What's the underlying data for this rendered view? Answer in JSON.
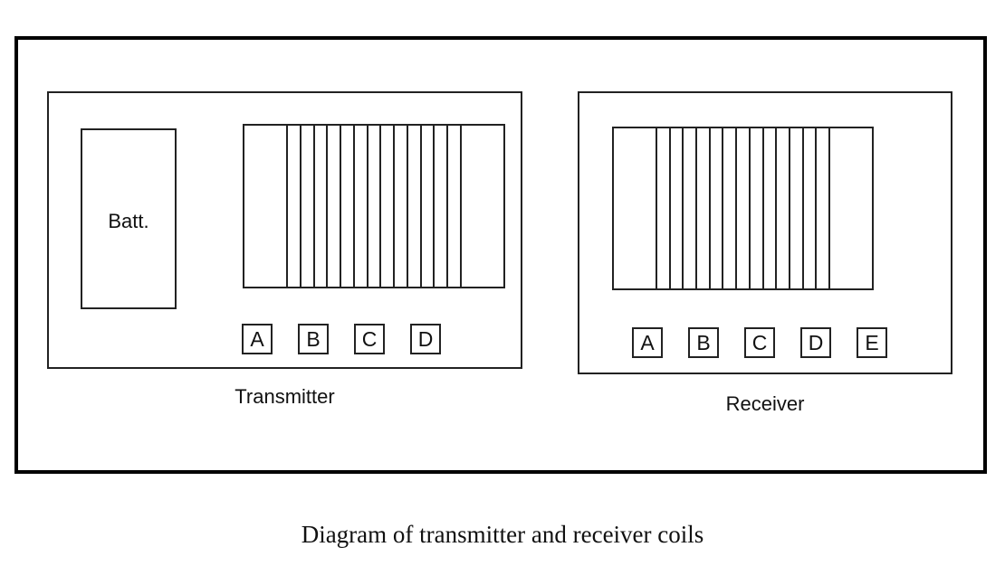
{
  "transmitter": {
    "label": "Transmitter",
    "battery_label": "Batt.",
    "coil_turns": 14,
    "terminals": [
      "A",
      "B",
      "C",
      "D"
    ]
  },
  "receiver": {
    "label": "Receiver",
    "coil_turns": 14,
    "terminals": [
      "A",
      "B",
      "C",
      "D",
      "E"
    ]
  },
  "caption": "Diagram of transmitter and receiver coils"
}
